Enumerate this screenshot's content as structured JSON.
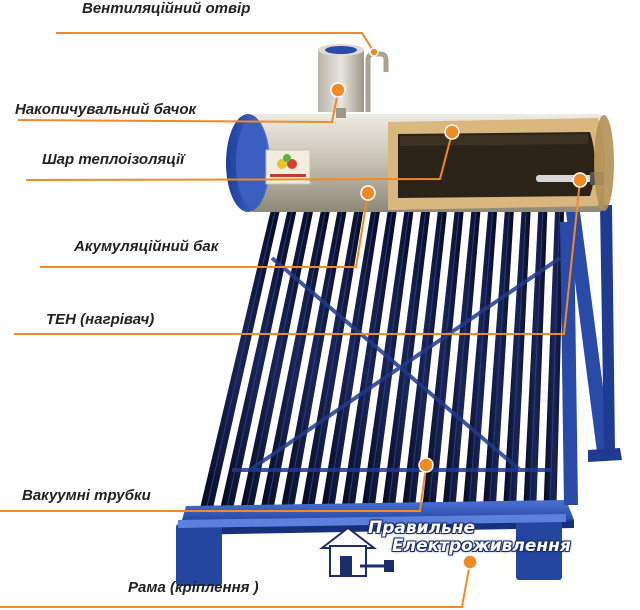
{
  "labels": {
    "vent": "Вентиляційний отвір",
    "storage_tank": "Накопичувальний бачок",
    "insulation": "Шар теплоізоляції",
    "accumulator": "Акумуляційний бак",
    "heater": "ТЕН (нагрівач)",
    "tubes": "Вакуумні трубки",
    "frame": "Рама (кріплення )"
  },
  "logo": {
    "line1": "Правильне",
    "line2": "Електроживлення"
  },
  "colors": {
    "callout": "#f08a24",
    "frame_blue": "#2a4aa8",
    "tube_dark": "#0d1433",
    "tank_steel": "#c8c3b8",
    "insulation": "#d8b47a",
    "label_text": "#222222"
  },
  "tube_count": 18
}
